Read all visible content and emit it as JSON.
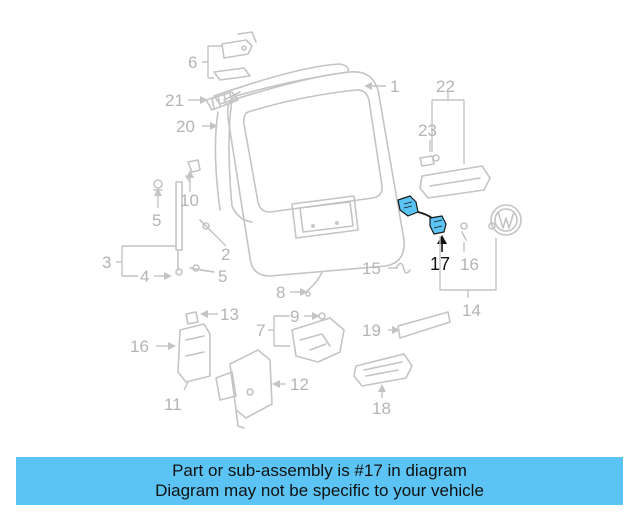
{
  "callouts": {
    "c1": "1",
    "c2": "2",
    "c3": "3",
    "c4": "4",
    "c5a": "5",
    "c5b": "5",
    "c6": "6",
    "c7": "7",
    "c8": "8",
    "c9": "9",
    "c10": "10",
    "c11": "11",
    "c12": "12",
    "c13": "13",
    "c14": "14",
    "c15": "15",
    "c16a": "16",
    "c16b": "16",
    "c17": "17",
    "c18": "18",
    "c19": "19",
    "c20": "20",
    "c21": "21",
    "c22": "22",
    "c23": "23"
  },
  "highlight_color": "#5bc4f4",
  "banner": {
    "line1": "Part or sub-assembly is #17 in diagram",
    "line2": "Diagram may not be specific to your vehicle"
  }
}
